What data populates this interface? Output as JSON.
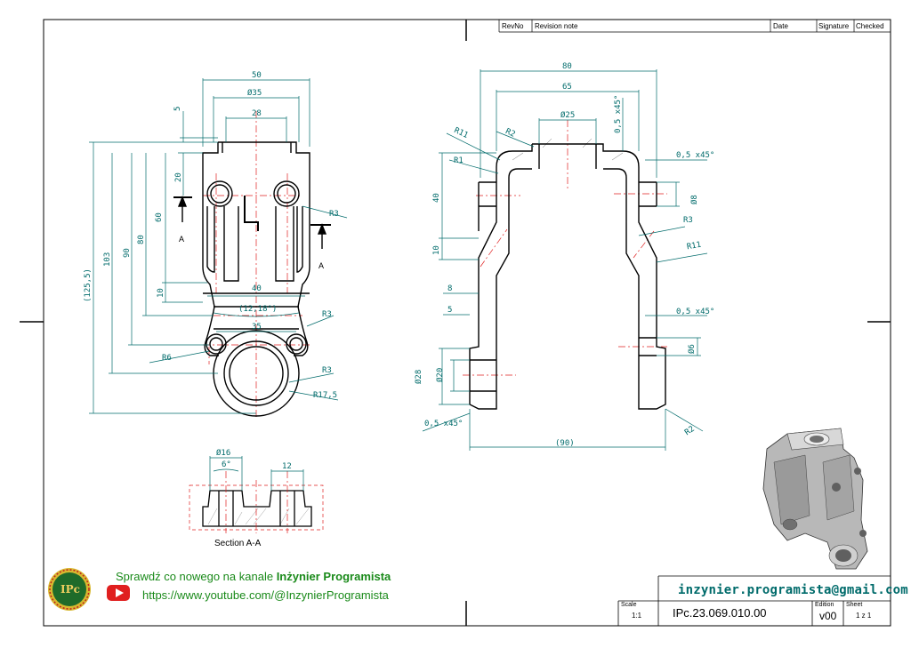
{
  "revision_table": {
    "rev_no": "RevNo",
    "revision_note": "Revision note",
    "date": "Date",
    "signature": "Signature",
    "checked": "Checked"
  },
  "front_view": {
    "dims": {
      "d50": "50",
      "d35": "Ø35",
      "d28": "28",
      "d5": "5",
      "d20": "20",
      "d60": "60",
      "d80": "80",
      "d90": "90",
      "d103": "103",
      "d125": "(125,5)",
      "d10": "10",
      "d40": "40",
      "d12": "(12,18°)",
      "d35b": "35",
      "r3a": "R3",
      "r3b": "R3",
      "r3c": "R3",
      "r6": "R6",
      "r17": "R17,5"
    },
    "section_label_left": "A",
    "section_label_right": "A"
  },
  "side_view": {
    "dims": {
      "d80": "80",
      "d65": "65",
      "d25": "Ø25",
      "ch1": "0,5 x45°",
      "r11a": "R11",
      "r2a": "R2",
      "r1": "R1",
      "ch2": "0,5 x45°",
      "d40": "40",
      "d8": "Ø8",
      "r3": "R3",
      "d10": "10",
      "r11b": "R11",
      "d8b": "8",
      "d5": "5",
      "ch3": "0,5 x45°",
      "d6": "Ø6",
      "d28": "Ø28",
      "d20": "Ø20",
      "ch4": "0,5 x45°",
      "r2b": "R2",
      "d90": "(90)"
    }
  },
  "section_view": {
    "title": "Section A-A",
    "dims": {
      "d16": "Ø16",
      "d6": "6°",
      "d12": "12"
    }
  },
  "promo": {
    "line1_prefix": "Sprawdź co nowego na kanale ",
    "line1_channel": "Inżynier Programista",
    "url": "https://www.youtube.com/@InzynierProgramista",
    "logo_text": "IPc"
  },
  "title_block": {
    "email": "inzynier.programista@gmail.com",
    "scale_label": "Scale",
    "scale_value": "1:1",
    "drawing_number": "IPc.23.069.010.00",
    "edition_label": "Edition",
    "edition_value": "v00",
    "sheet_label": "Sheet",
    "sheet_value": "1 z 1"
  },
  "colors": {
    "dimension": "#006b6b",
    "centerline": "#e02020",
    "outline": "#000000",
    "promo_green": "#1a8a1a",
    "youtube_red": "#e01f1f"
  }
}
